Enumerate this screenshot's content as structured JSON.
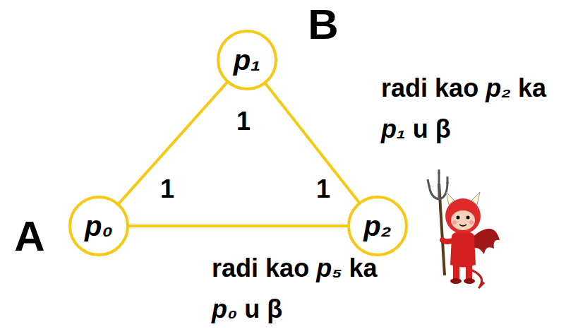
{
  "diagram": {
    "nodes": [
      {
        "text": [
          "B",
          "p₁"
        ]
      },
      {
        "text": [
          "A",
          "p₀"
        ]
      },
      {
        "text": [
          "p₂"
        ]
      }
    ],
    "edges": [
      {
        "from": 1,
        "to": 0,
        "arrow": "none"
      },
      {
        "from": 0,
        "to": 2,
        "arrow": "none"
      },
      {
        "from": 1,
        "to": 2,
        "arrow": "none"
      }
    ],
    "labels": [
      "1",
      "1",
      "1",
      "radi kao p₂ ka p₁ u β",
      "radi kao p₅ ka p₀ u β"
    ]
  }
}
